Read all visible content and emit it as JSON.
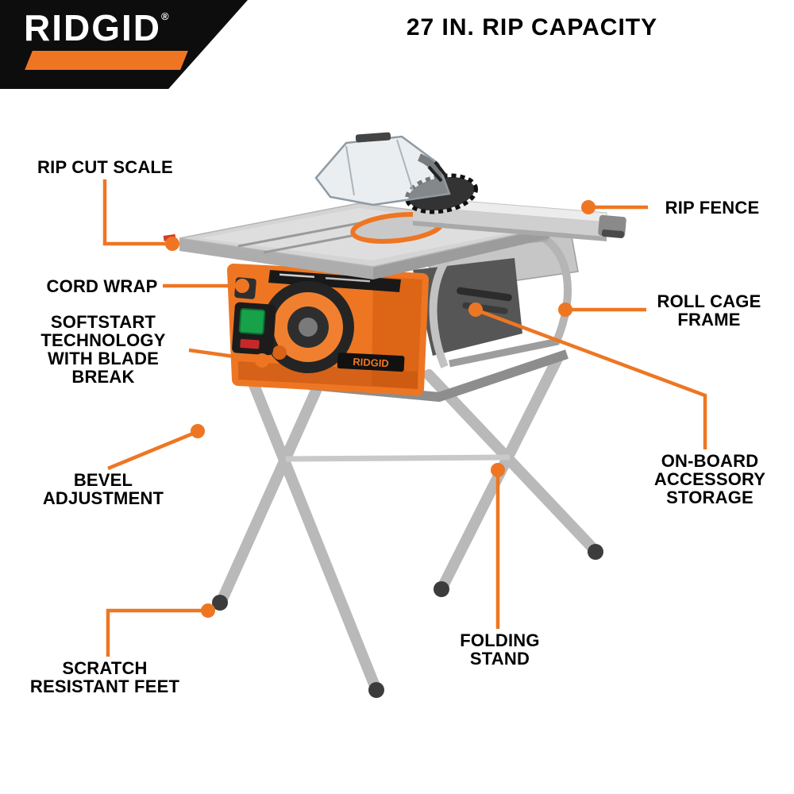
{
  "header": {
    "brand_logo": "RIDGID",
    "registered_mark": "®",
    "title": "27 IN. RIP CAPACITY"
  },
  "callouts": {
    "rip_cut_scale": {
      "lines": [
        "RIP CUT SCALE"
      ]
    },
    "cord_wrap": {
      "lines": [
        "CORD WRAP"
      ]
    },
    "softstart": {
      "lines": [
        "SOFTSTART",
        "TECHNOLOGY",
        "WITH BLADE",
        "BREAK"
      ]
    },
    "bevel_adjustment": {
      "lines": [
        "BEVEL",
        "ADJUSTMENT"
      ]
    },
    "scratch_resistant_feet": {
      "lines": [
        "SCRATCH",
        "RESISTANT FEET"
      ]
    },
    "rip_fence": {
      "lines": [
        "RIP FENCE"
      ]
    },
    "roll_cage_frame": {
      "lines": [
        "ROLL CAGE",
        "FRAME"
      ]
    },
    "on_board_accessory_storage": {
      "lines": [
        "ON-BOARD",
        "ACCESSORY",
        "STORAGE"
      ]
    },
    "folding_stand": {
      "lines": [
        "FOLDING",
        "STAND"
      ]
    }
  },
  "product": {
    "body_logo": "RIDGID"
  },
  "colors": {
    "accent_orange": "#EE7623",
    "banner_black": "#0D0D0D",
    "label_text": "#000000",
    "switch_green": "#17A24A",
    "switch_red": "#C62828"
  }
}
